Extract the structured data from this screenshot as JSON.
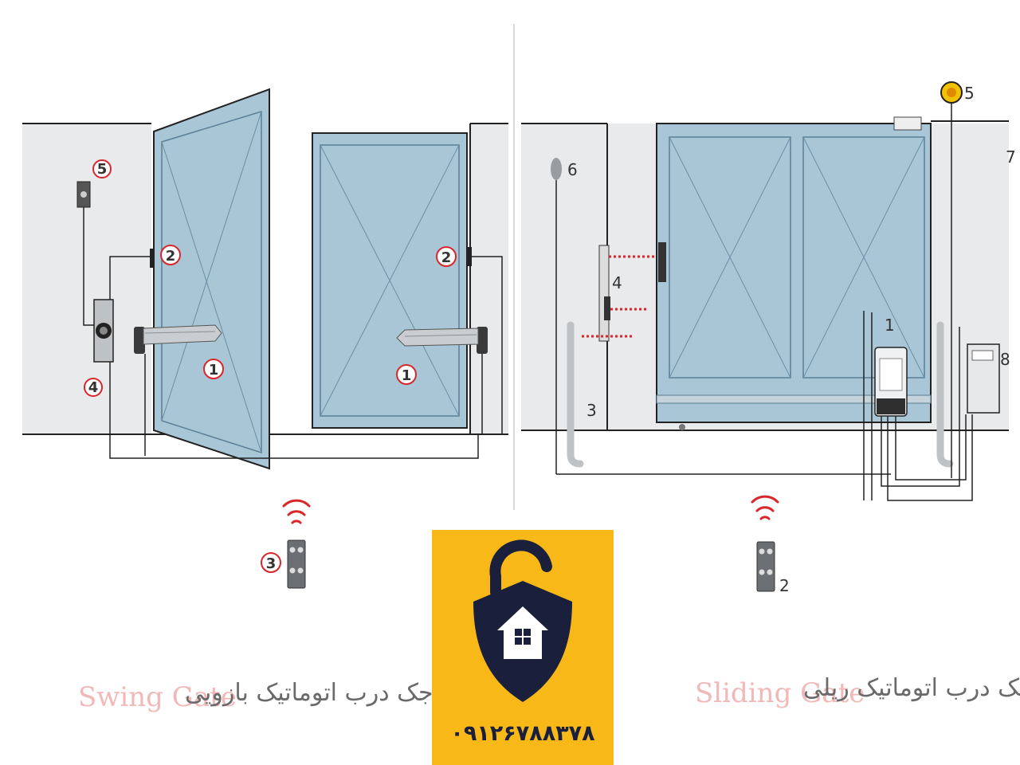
{
  "swing": {
    "caption_en": "Swing Gate",
    "caption_fa": "جک درب اتوماتیک بازویی",
    "labels": {
      "arm_left": "1",
      "arm_right": "1",
      "photocell_left": "2",
      "photocell_right": "2",
      "remote": "3",
      "keyswitch": "4",
      "lamp": "5"
    }
  },
  "sliding": {
    "caption_en": "Sliding Gate",
    "caption_fa": "جک درب اتوماتیک ریلی",
    "labels": {
      "motor": "1",
      "remote": "2",
      "post": "3",
      "photocell": "4",
      "lamp": "5",
      "antenna": "6",
      "wall": "7",
      "control_box": "8"
    }
  },
  "logo": {
    "phone": "۰۹۱۲۶۷۸۸۳۷۸",
    "colors": {
      "background": "#f7b818",
      "shield": "#1a1f3c",
      "house": "#ffffff"
    }
  },
  "colors": {
    "gate_fill": "#a9c6d6",
    "gate_stroke": "#5a7f96",
    "wall_fill": "#e9eaec",
    "accent_red": "#d9262b"
  }
}
